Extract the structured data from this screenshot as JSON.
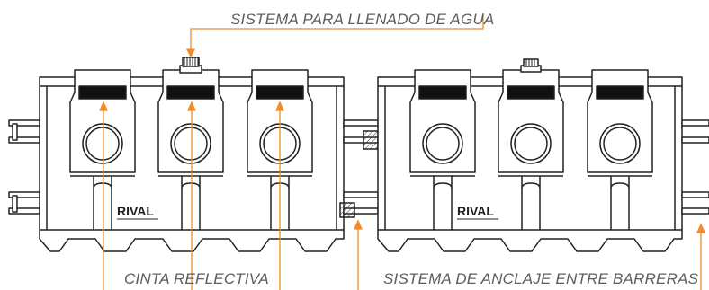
{
  "labels": {
    "water_system": "SISTEMA PARA LLENADO DE AGUA",
    "reflective_tape": "CINTA REFLECTIVA",
    "anchor_system": "SISTEMA DE ANCLAJE ENTRE BARRERAS"
  },
  "barriers": [
    {
      "brand": "RIVAL"
    },
    {
      "brand": "RIVAL"
    }
  ],
  "colors": {
    "outline": "#222222",
    "callout": "#f28c28",
    "label_text": "#5e5e5e",
    "reflective_patch": "#111111"
  }
}
